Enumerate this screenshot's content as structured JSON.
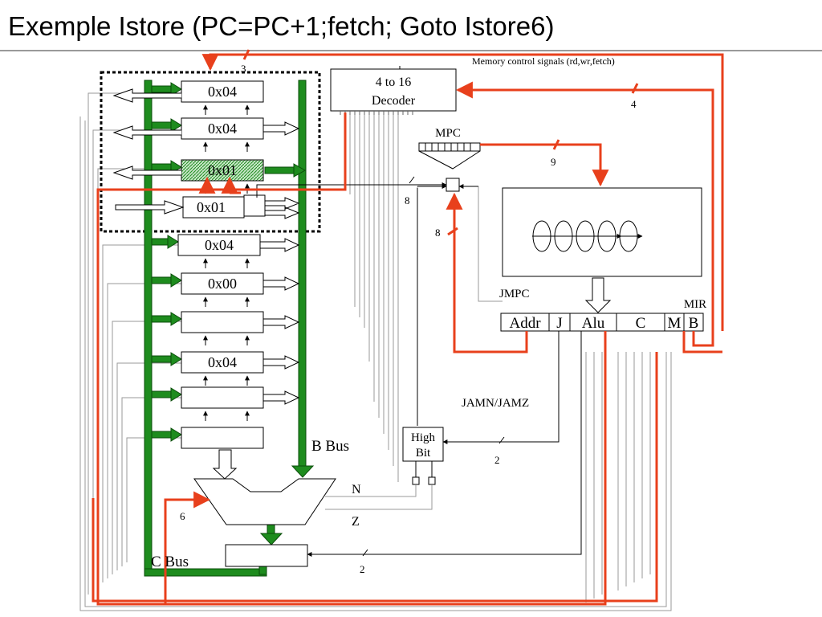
{
  "title": "Exemple Istore (PC=PC+1;fetch; Goto Istore6)",
  "colors": {
    "red": "#e8401c",
    "green": "#1e8c1e",
    "thin": "#9a9a9a"
  },
  "labels": {
    "memory_control": "Memory control signals (rd,wr,fetch)",
    "decoder_line1": "4 to 16",
    "decoder_line2": "Decoder",
    "mpc": "MPC",
    "mir": "MIR",
    "jmpc": "JMPC",
    "jamn_jamz": "JAMN/JAMZ",
    "high_line1": "High",
    "high_line2": "Bit",
    "b_bus": "B Bus",
    "c_bus": "C Bus",
    "n": "N",
    "z": "Z"
  },
  "widths": {
    "w3": "3",
    "w4": "4",
    "w9": "9",
    "w8a": "8",
    "w8b": "8",
    "w2a": "2",
    "w2b": "2",
    "w6": "6"
  },
  "registers": [
    "0x04",
    "0x04",
    "0x01",
    "0x01",
    "0x04",
    "0x00",
    "",
    "0x04",
    "",
    ""
  ],
  "mir_fields": [
    "Addr",
    "J",
    "Alu",
    "C",
    "M",
    "B"
  ]
}
